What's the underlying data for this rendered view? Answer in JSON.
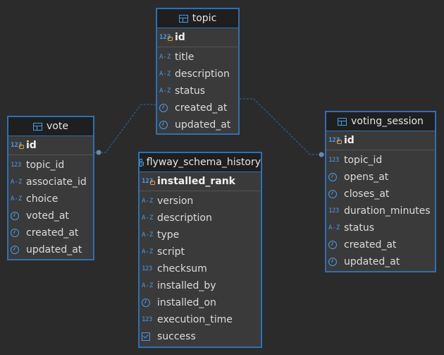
{
  "tables": {
    "topic": {
      "name": "topic",
      "pk": "id",
      "columns": [
        {
          "name": "title",
          "type": "text"
        },
        {
          "name": "description",
          "type": "text"
        },
        {
          "name": "status",
          "type": "text"
        },
        {
          "name": "created_at",
          "type": "datetime"
        },
        {
          "name": "updated_at",
          "type": "datetime"
        }
      ]
    },
    "vote": {
      "name": "vote",
      "pk": "id",
      "columns": [
        {
          "name": "topic_id",
          "type": "number"
        },
        {
          "name": "associate_id",
          "type": "text"
        },
        {
          "name": "choice",
          "type": "text"
        },
        {
          "name": "voted_at",
          "type": "datetime"
        },
        {
          "name": "created_at",
          "type": "datetime"
        },
        {
          "name": "updated_at",
          "type": "datetime"
        }
      ]
    },
    "flyway": {
      "name": "flyway_schema_history",
      "pk": "installed_rank",
      "columns": [
        {
          "name": "version",
          "type": "text"
        },
        {
          "name": "description",
          "type": "text"
        },
        {
          "name": "type",
          "type": "text"
        },
        {
          "name": "script",
          "type": "text"
        },
        {
          "name": "checksum",
          "type": "number"
        },
        {
          "name": "installed_by",
          "type": "text"
        },
        {
          "name": "installed_on",
          "type": "datetime"
        },
        {
          "name": "execution_time",
          "type": "number"
        },
        {
          "name": "success",
          "type": "boolean"
        }
      ]
    },
    "voting_session": {
      "name": "voting_session",
      "pk": "id",
      "columns": [
        {
          "name": "topic_id",
          "type": "number"
        },
        {
          "name": "opens_at",
          "type": "datetime"
        },
        {
          "name": "closes_at",
          "type": "datetime"
        },
        {
          "name": "duration_minutes",
          "type": "number"
        },
        {
          "name": "status",
          "type": "text"
        },
        {
          "name": "created_at",
          "type": "datetime"
        },
        {
          "name": "updated_at",
          "type": "datetime"
        }
      ]
    }
  },
  "type_icons": {
    "number": "123",
    "text": "A-Z",
    "key": "123",
    "datetime": "clock-icon",
    "boolean": "checkbox-icon"
  },
  "colors": {
    "background": "#2b2b2b",
    "border": "#2f6fb4",
    "header": "#1f1f1f",
    "body": "#3a3a3a",
    "icon": "#4a9be6",
    "key": "#e8a33a",
    "link": "#2f5f8f"
  },
  "relations": [
    {
      "from": "vote",
      "to": "topic"
    },
    {
      "from": "voting_session",
      "to": "topic"
    }
  ]
}
